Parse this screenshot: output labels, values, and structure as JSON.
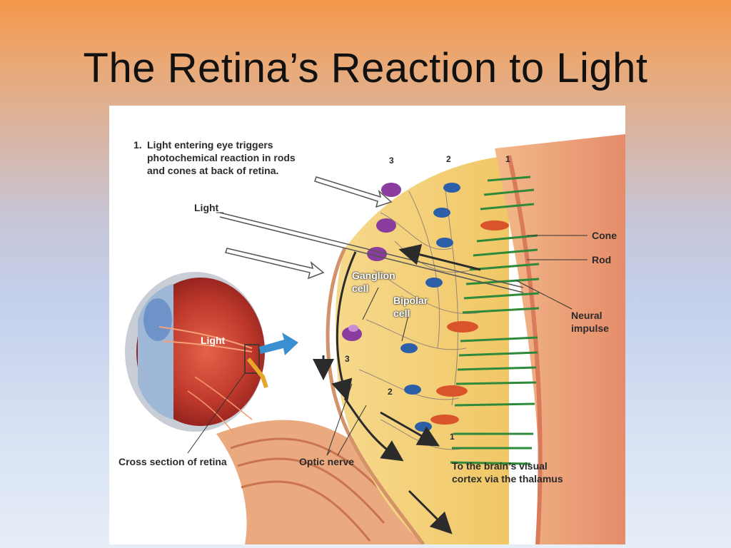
{
  "slide": {
    "title": "The Retina’s Reaction to Light"
  },
  "diagram": {
    "step1_number": "1.",
    "step1_text": "Light entering eye triggers\nphotochemical reaction in rods\nand cones at back of retina.",
    "label_light_top": "Light",
    "label_light_eye": "Light",
    "label_cone": "Cone",
    "label_rod": "Rod",
    "label_neural_impulse": "Neural\nimpulse",
    "label_ganglion": "Ganglion\ncell",
    "label_bipolar": "Bipolar\ncell",
    "label_cross_section": "Cross section of retina",
    "label_optic_nerve": "Optic nerve",
    "label_brain": "To the brain’s visual\ncortex via the thalamus",
    "layer_numbers_top": [
      "3",
      "2",
      "1"
    ],
    "layer_numbers_bottom": [
      "3",
      "2",
      "1"
    ],
    "colors": {
      "ganglion": "#8a3d9e",
      "bipolar": "#2c5fa8",
      "cone": "#d9532b",
      "rod": "#2e8a3a",
      "tissue": "#f3cf78",
      "arrow": "#3a8fd0"
    }
  }
}
